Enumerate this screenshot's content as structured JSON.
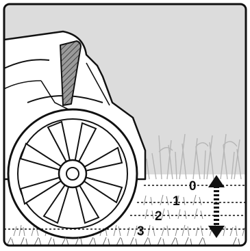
{
  "figure": {
    "background_color": "#dcdcdc",
    "frame_color": "#111111",
    "height_levels": [
      "0",
      "1",
      "2",
      "3"
    ],
    "icons": [
      "lawn-mower",
      "mower-handle",
      "wheel",
      "grass",
      "up-down-arrow"
    ]
  }
}
